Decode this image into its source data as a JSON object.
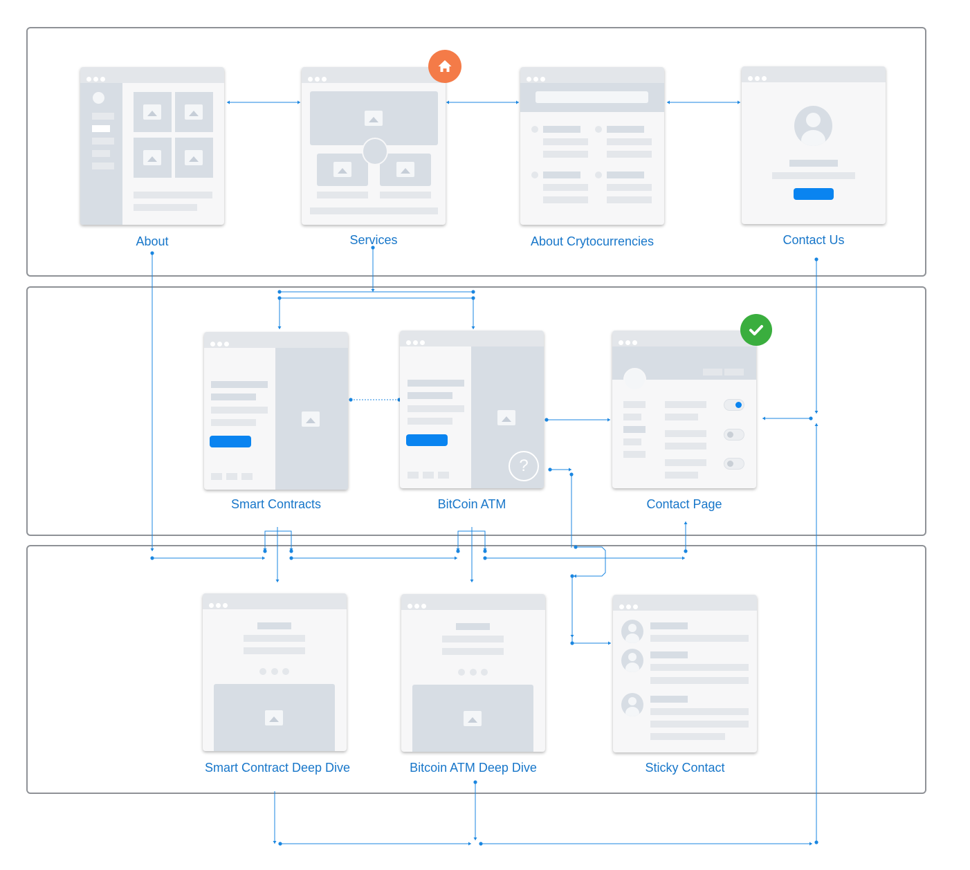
{
  "screens": {
    "about": {
      "label": "About"
    },
    "services": {
      "label": "Services"
    },
    "crypto": {
      "label": "About Crytocurrencies"
    },
    "contact_us": {
      "label": "Contact Us"
    },
    "smart_contracts": {
      "label": "Smart Contracts"
    },
    "bitcoin_atm": {
      "label": "BitCoin ATM",
      "help_glyph": "?"
    },
    "contact_page": {
      "label": "Contact Page"
    },
    "smart_dive": {
      "label": "Smart Contract Deep Dive"
    },
    "atm_dive": {
      "label": "Bitcoin ATM Deep Dive"
    },
    "sticky": {
      "label": "Sticky Contact"
    }
  },
  "badges": {
    "home": {
      "icon": "home-icon",
      "color": "#f47b48"
    },
    "check": {
      "icon": "check-icon",
      "color": "#3aae3e"
    }
  },
  "colors": {
    "connector": "#1a86e0",
    "lane_border": "#8e9196",
    "button": "#0a84f0"
  }
}
